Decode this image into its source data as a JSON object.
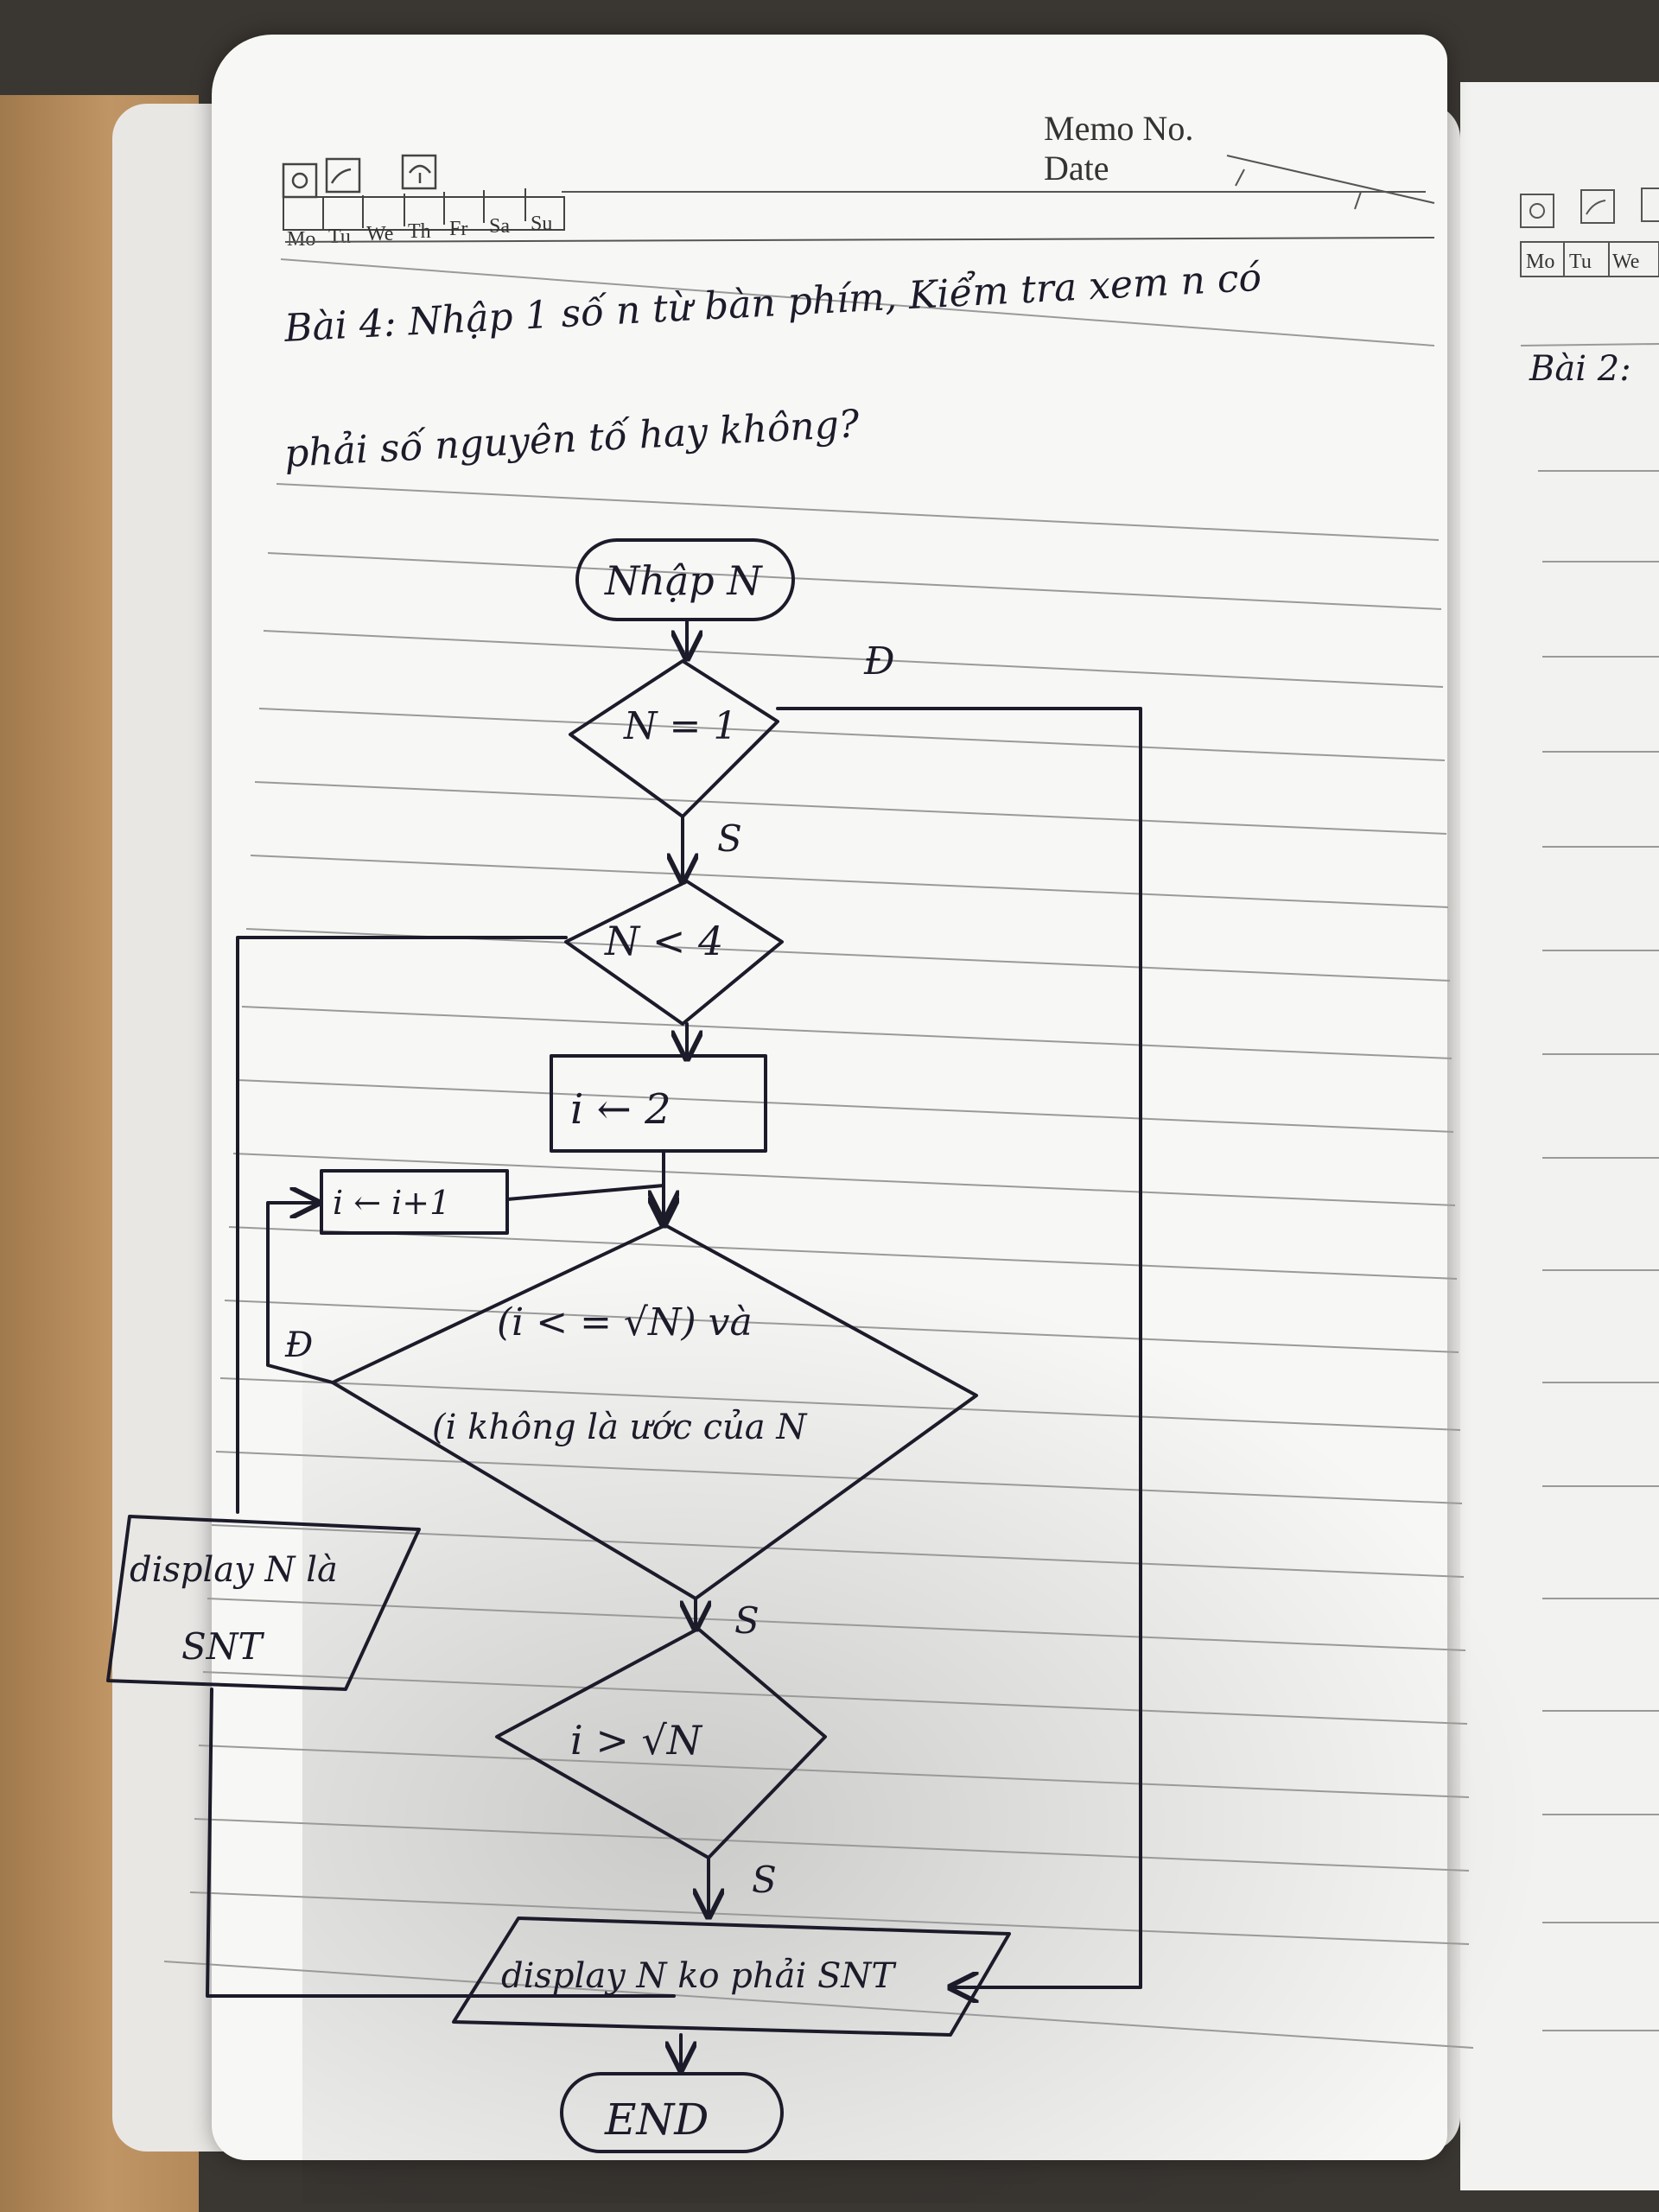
{
  "header": {
    "memo_label": "Memo No.",
    "date_label": "Date",
    "weather_icons": [
      "sun-icon",
      "cloud-icon",
      "umbrella-icon"
    ],
    "days": [
      "Mo",
      "Tu",
      "We",
      "Th",
      "Fr",
      "Sa",
      "Su"
    ]
  },
  "exercise": {
    "line1": "Bài 4: Nhập 1 số n từ bàn phím, Kiểm tra xem n có",
    "line2": "phải số nguyên tố hay không?"
  },
  "flowchart": {
    "start": "Nhập N",
    "cond_n_eq_1": "N = 1",
    "cond_n_lt_4": "N < 4",
    "init_i": "i ← 2",
    "increment_i": "i ← i+1",
    "loop_cond_line1": "(i < = √N) và",
    "loop_cond_line2": "(i không là ước của N",
    "cond_i_gt_sqrt": "i > √N",
    "output_prime_line1": "display N là",
    "output_prime_line2": "SNT",
    "output_not_prime": "display N ko phải SNT",
    "end": "END",
    "label_true": "Đ",
    "label_false": "S"
  },
  "next_page": {
    "days": [
      "Mo",
      "Tu",
      "We"
    ],
    "heading": "Bài 2:"
  },
  "colors": {
    "ink": "#1b1b2a",
    "paper": "#f7f7f5",
    "rule_line": "#9a9a9a",
    "cover": "#b48a5a"
  }
}
